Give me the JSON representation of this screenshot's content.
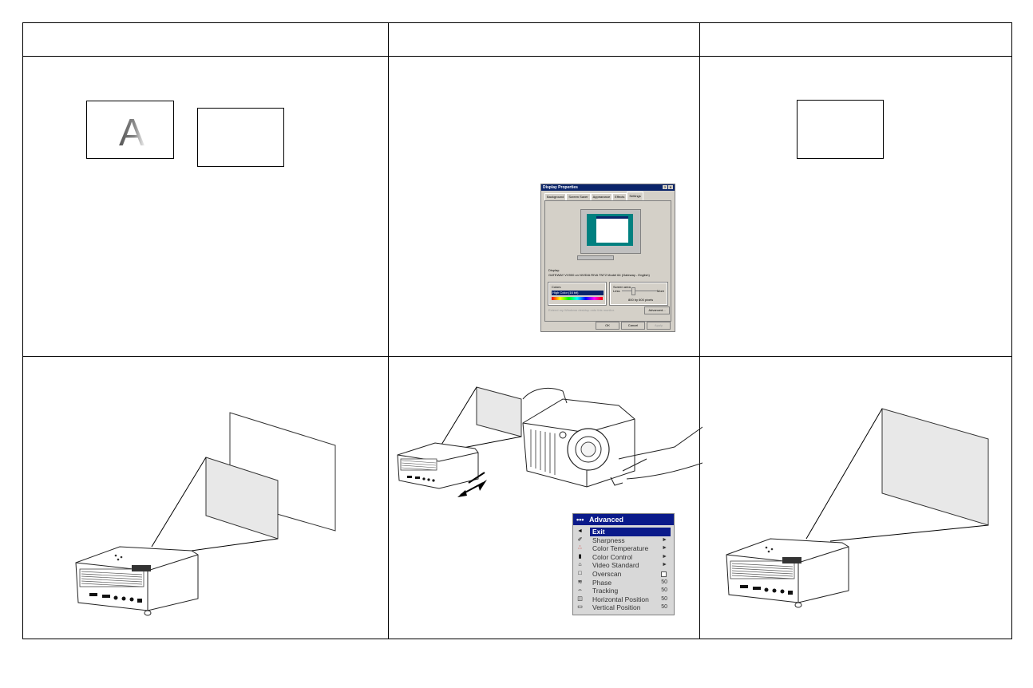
{
  "table": {
    "header_cells": [
      "",
      "",
      ""
    ]
  },
  "letter_card": {
    "letter": "A"
  },
  "display_properties": {
    "title": "Display Properties",
    "help_btn": "?",
    "close_btn": "X",
    "tabs": [
      "Background",
      "Screen Saver",
      "Appearance",
      "Effects",
      "Settings"
    ],
    "active_tab": "Settings",
    "display_label": "Display:",
    "display_value": "GATEWAY VX900 on NVIDIA RIVA TNT2 Model 64 (Gateway - English)",
    "colors_label": "Colors",
    "colors_value": "High Color (16 bit)",
    "screen_area_label": "Screen area",
    "less_label": "Less",
    "more_label": "More",
    "resolution": "800 by 600 pixels",
    "extend_checkbox": "Extend my Windows desktop onto this monitor.",
    "advanced_btn": "Advanced...",
    "ok_btn": "OK",
    "cancel_btn": "Cancel",
    "apply_btn": "Apply"
  },
  "advanced_menu": {
    "title_dots": "•••",
    "title": "Advanced",
    "items": [
      {
        "label": "Exit",
        "icon": "back-arrow-icon",
        "glyph": "◄",
        "value": "",
        "arrow": "",
        "checkbox": false
      },
      {
        "label": "Sharpness",
        "icon": "sharpness-icon",
        "glyph": "✐",
        "value": "",
        "arrow": "►",
        "checkbox": false
      },
      {
        "label": "Color Temperature",
        "icon": "color-temperature-icon",
        "glyph": "∴",
        "value": "",
        "arrow": "►",
        "checkbox": false
      },
      {
        "label": "Color Control",
        "icon": "color-control-icon",
        "glyph": "▮",
        "value": "",
        "arrow": "►",
        "checkbox": false
      },
      {
        "label": "Video Standard",
        "icon": "video-standard-icon",
        "glyph": "⌂",
        "value": "",
        "arrow": "►",
        "checkbox": false
      },
      {
        "label": "Overscan",
        "icon": "overscan-icon",
        "glyph": "□",
        "value": "",
        "arrow": "",
        "checkbox": true
      },
      {
        "label": "Phase",
        "icon": "phase-icon",
        "glyph": "≋",
        "value": "50",
        "arrow": "",
        "checkbox": false
      },
      {
        "label": "Tracking",
        "icon": "tracking-icon",
        "glyph": "⇔",
        "value": "50",
        "arrow": "",
        "checkbox": false
      },
      {
        "label": "Horizontal Position",
        "icon": "horizontal-position-icon",
        "glyph": "◫",
        "value": "50",
        "arrow": "",
        "checkbox": false
      },
      {
        "label": "Vertical Position",
        "icon": "vertical-position-icon",
        "glyph": "▭",
        "value": "50",
        "arrow": "",
        "checkbox": false
      }
    ],
    "accent_color": "#0a1a8a"
  }
}
